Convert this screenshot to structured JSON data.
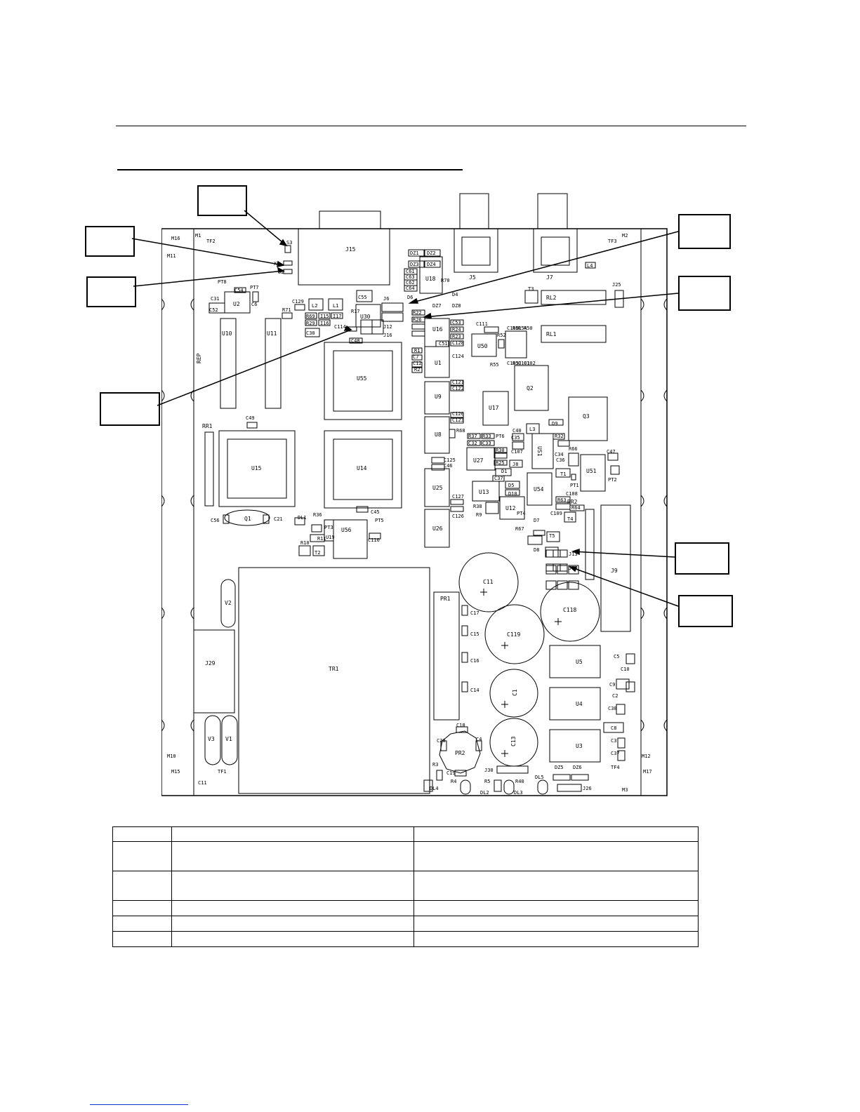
{
  "board": {
    "labels": {
      "J15": "J15",
      "J5": "J5",
      "J7": "J7",
      "J6": "J6",
      "J9": "J9",
      "J25": "J25",
      "J29": "J29",
      "J30": "J30",
      "J26": "J26",
      "J12": "J12",
      "J16": "J16",
      "J8": "J8",
      "J13": "J13",
      "J14": "J14",
      "M1": "M1",
      "M2": "M2",
      "M3": "M3",
      "M10": "M10",
      "M11": "M11",
      "M12": "M12",
      "M15": "M15",
      "M16": "M16",
      "M17": "M17",
      "TF1": "TF1",
      "TF2": "TF2",
      "TF3": "TF3",
      "TF4": "TF4",
      "REP": "REP",
      "RR1": "RR1",
      "RR2": "RR2",
      "TR1": "TR1",
      "PR1": "PR1",
      "PR2": "PR2",
      "U1": "U1",
      "U2": "U2",
      "U3": "U3",
      "U4": "U4",
      "U5": "U5",
      "U8": "U8",
      "U9": "U9",
      "U10": "U10",
      "U11": "U11",
      "U12": "U12",
      "U13": "U13",
      "U14": "U14",
      "U15": "U15",
      "U16": "U16",
      "U17": "U17",
      "U18": "U18",
      "U19": "U19",
      "U25": "U25",
      "U26": "U26",
      "U27": "U27",
      "U30": "U30",
      "U50": "U50",
      "U51": "U51",
      "U54": "U54",
      "U55": "U55",
      "U56": "U56",
      "US1": "US1",
      "Q1": "Q1",
      "Q2": "Q2",
      "Q3": "Q3",
      "V1": "V1",
      "V2": "V2",
      "V3": "V3",
      "L1": "L1",
      "L2": "L2",
      "L3": "L3",
      "L4": "L4",
      "T1": "T1",
      "T2": "T2",
      "T3": "T3",
      "T4": "T4",
      "T5": "T5",
      "RL1": "RL1",
      "RL2": "RL2",
      "C1": "C1",
      "C11": "C11",
      "C13": "C13",
      "C118": "C118",
      "C119": "C119",
      "C14": "C14",
      "C15": "C15",
      "C16": "C16",
      "C17": "C17",
      "C18": "C18",
      "C19": "C19",
      "C20": "C20",
      "C21": "C21",
      "C30": "C30",
      "C31": "C31",
      "C45": "C45",
      "C48": "C48",
      "C49": "C49",
      "C52": "C52",
      "C54": "C54",
      "C55": "C55",
      "C56": "C56",
      "C110": "C110",
      "C114": "C114",
      "C129": "C129",
      "C4": "C4",
      "C5": "C5",
      "C6": "C6",
      "C7": "C7",
      "C8": "C8",
      "C9": "C9",
      "C10": "C10",
      "C2": "C2",
      "C3": "C3",
      "C37": "C37",
      "C38": "C38",
      "C12": "C12",
      "C120": "C120",
      "C121": "C121",
      "C122": "C122",
      "C123": "C123",
      "C124": "C124",
      "C125": "C125",
      "C126": "C126",
      "C127": "C127",
      "C128": "C128",
      "C46": "C46",
      "C47": "C47",
      "C40": "C40",
      "C34": "C34",
      "C36": "C36",
      "C107": "C107",
      "C108": "C108",
      "C109": "C109",
      "C111": "C111",
      "C51": "C51",
      "C53": "C53",
      "C61": "C61",
      "C62": "C62",
      "C63": "C63",
      "C64": "C64",
      "C32": "C32",
      "C33": "C33",
      "C35": "C35",
      "C100": "C100",
      "C101": "C101",
      "C102": "C102",
      "C103": "C103",
      "R1": "R1",
      "R2": "R2",
      "R3": "R3",
      "R4": "R4",
      "R5": "R5",
      "R9": "R9",
      "R10": "R10",
      "R11": "R11",
      "R17": "R17",
      "R22": "R22",
      "R23": "R23",
      "R24": "R24",
      "R25": "R25",
      "R26": "R26",
      "R29": "R29",
      "R30": "R30",
      "R32": "R32",
      "R33": "R33",
      "R36": "R36",
      "R37": "R37",
      "R38": "R38",
      "R40": "R40",
      "R50": "R50",
      "R51": "R51",
      "R52": "R52",
      "R53": "R53",
      "R54": "R54",
      "R55": "R55",
      "R63": "R63",
      "R64": "R64",
      "R66": "R66",
      "R67": "R67",
      "R68": "R68",
      "R69": "R69",
      "R70": "R70",
      "R71": "R71",
      "D1": "D1",
      "D4": "D4",
      "D5": "D5",
      "D6": "D6",
      "D7": "D7",
      "D8": "D8",
      "D9": "D9",
      "D10": "D10",
      "DZ1": "DZ1",
      "DZ2": "DZ2",
      "DZ3": "DZ3",
      "DZ4": "DZ4",
      "DZ5": "DZ5",
      "DZ6": "DZ6",
      "DZ7": "DZ7",
      "DZ8": "DZ8",
      "DL1": "DL1",
      "DL2": "DL2",
      "DL3": "DL3",
      "DL4": "DL4",
      "DL5": "DL5",
      "PT1": "PT1",
      "PT2": "PT2",
      "PT3": "PT3",
      "PT4": "PT4",
      "PT5": "PT5",
      "PT6": "PT6",
      "PT7": "PT7",
      "PT8": "PT8",
      "I15": "I15",
      "I16": "I16",
      "I17": "I17",
      "X8": "X8",
      "S3": "S3",
      "S2": "S2"
    }
  },
  "table": {
    "rows": [
      [
        "",
        "",
        ""
      ],
      [
        "",
        "",
        ""
      ],
      [
        "",
        "",
        ""
      ],
      [
        "",
        "",
        ""
      ],
      [
        "",
        "",
        ""
      ],
      [
        "",
        "",
        ""
      ]
    ]
  }
}
